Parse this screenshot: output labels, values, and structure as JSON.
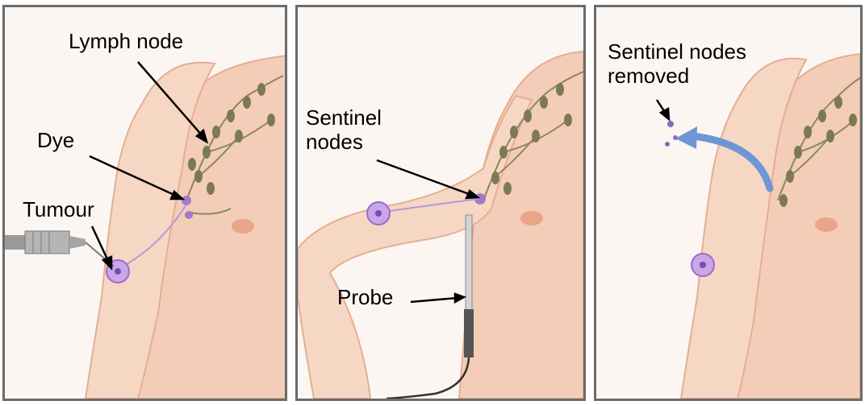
{
  "panels": [
    {
      "labels": {
        "lymph_node": "Lymph node",
        "dye": "Dye",
        "tumour": "Tumour"
      }
    },
    {
      "labels": {
        "sentinel_nodes": "Sentinel\nnodes",
        "probe": "Probe"
      }
    },
    {
      "labels": {
        "nodes_removed": "Sentinel nodes\nremoved"
      }
    }
  ],
  "colors": {
    "skin": "#f3cdb8",
    "skin_shadow": "#e6ad92",
    "node": "#7d7a52",
    "dye": "#a678c8",
    "removed_arrow": "#6f96d4"
  }
}
